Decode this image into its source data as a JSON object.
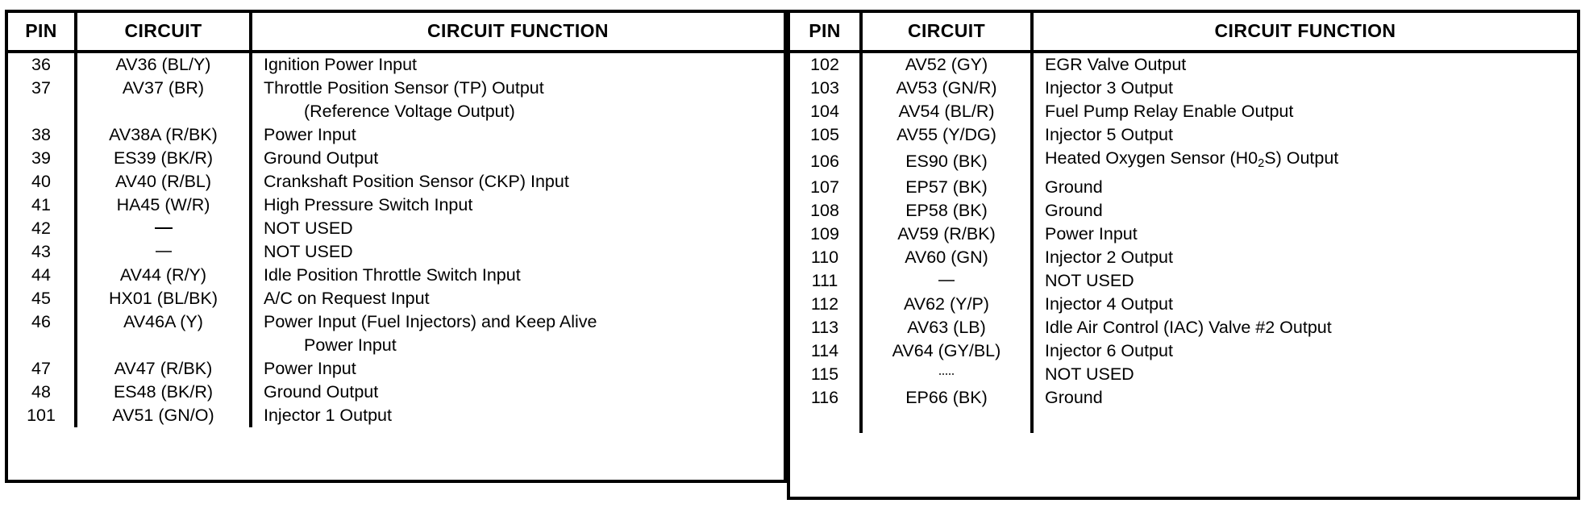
{
  "document": {
    "kind": "pin-connector-table",
    "columns": {
      "pin": "PIN",
      "circuit": "CIRCUIT",
      "function": "CIRCUIT FUNCTION"
    }
  },
  "left_table": {
    "headers": [
      "PIN",
      "CIRCUIT",
      "CIRCUIT FUNCTION"
    ],
    "rows": [
      {
        "pin": "36",
        "circuit": "AV36 (BL/Y)",
        "function": "Ignition Power Input"
      },
      {
        "pin": "37",
        "circuit": "AV37 (BR)",
        "function": "Throttle Position Sensor (TP) Output"
      },
      {
        "pin": "",
        "circuit": "",
        "function": "(Reference Voltage Output)",
        "indent": true
      },
      {
        "pin": "38",
        "circuit": "AV38A (R/BK)",
        "function": "Power Input"
      },
      {
        "pin": "39",
        "circuit": "ES39 (BK/R)",
        "function": "Ground Output"
      },
      {
        "pin": "40",
        "circuit": "AV40 (R/BL)",
        "function": "Crankshaft Position Sensor (CKP) Input"
      },
      {
        "pin": "41",
        "circuit": "HA45 (W/R)",
        "function": "High Pressure Switch Input"
      },
      {
        "pin": "42",
        "circuit": "—",
        "function": "NOT USED",
        "circuit_dash": "solid"
      },
      {
        "pin": "43",
        "circuit": "—",
        "function": "NOT USED",
        "circuit_dash": "faint"
      },
      {
        "pin": "44",
        "circuit": "AV44 (R/Y)",
        "function": "Idle Position Throttle Switch Input"
      },
      {
        "pin": "45",
        "circuit": "HX01 (BL/BK)",
        "function": "A/C on Request Input"
      },
      {
        "pin": "46",
        "circuit": "AV46A (Y)",
        "function": "Power Input (Fuel Injectors) and Keep Alive"
      },
      {
        "pin": "",
        "circuit": "",
        "function": "Power Input",
        "indent": true
      },
      {
        "pin": "47",
        "circuit": "AV47 (R/BK)",
        "function": "Power Input"
      },
      {
        "pin": "48",
        "circuit": "ES48 (BK/R)",
        "function": "Ground Output"
      },
      {
        "pin": "101",
        "circuit": "AV51 (GN/O)",
        "function": "Injector 1 Output"
      }
    ]
  },
  "right_table": {
    "headers": [
      "PIN",
      "CIRCUIT",
      "CIRCUIT FUNCTION"
    ],
    "rows": [
      {
        "pin": "102",
        "circuit": "AV52 (GY)",
        "function": "EGR Valve Output"
      },
      {
        "pin": "103",
        "circuit": "AV53 (GN/R)",
        "function": "Injector 3 Output"
      },
      {
        "pin": "104",
        "circuit": "AV54 (BL/R)",
        "function": "Fuel Pump Relay Enable Output"
      },
      {
        "pin": "105",
        "circuit": "AV55 (Y/DG)",
        "function": "Injector 5 Output"
      },
      {
        "pin": "106",
        "circuit": "ES90 (BK)",
        "function": "Heated Oxygen Sensor (H0₂S) Output",
        "has_subscript": true
      },
      {
        "pin": "107",
        "circuit": "EP57 (BK)",
        "function": "Ground"
      },
      {
        "pin": "108",
        "circuit": "EP58 (BK)",
        "function": "Ground"
      },
      {
        "pin": "109",
        "circuit": "AV59 (R/BK)",
        "function": "Power Input"
      },
      {
        "pin": "110",
        "circuit": "AV60 (GN)",
        "function": "Injector 2 Output"
      },
      {
        "pin": "111",
        "circuit": "—",
        "function": "NOT USED",
        "circuit_dash": "faint"
      },
      {
        "pin": "112",
        "circuit": "AV62 (Y/P)",
        "function": "Injector 4 Output"
      },
      {
        "pin": "113",
        "circuit": "AV63 (LB)",
        "function": "Idle Air Control (IAC) Valve #2 Output"
      },
      {
        "pin": "114",
        "circuit": "AV64 (GY/BL)",
        "function": "Injector 6 Output"
      },
      {
        "pin": "115",
        "circuit": "…",
        "function": "NOT USED",
        "circuit_dash": "dotted"
      },
      {
        "pin": "116",
        "circuit": "EP66 (BK)",
        "function": "Ground"
      },
      {
        "pin": "",
        "circuit": "",
        "function": ""
      }
    ]
  },
  "colors": {
    "border": "#000000",
    "text": "#000000",
    "background": "#ffffff"
  }
}
